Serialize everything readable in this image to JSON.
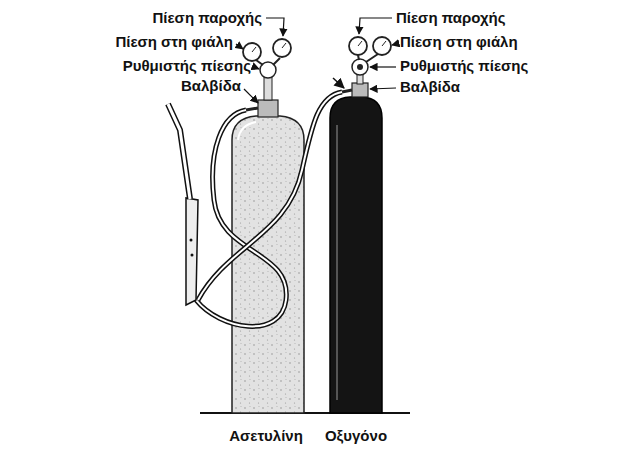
{
  "diagram": {
    "labels": [
      "Πίεση παροχής",
      "Πίεση στη φιάλη",
      "Ρυθμιστής πίεσης",
      "Βαλβίδα",
      "Πίεση παροχής",
      "Πίεση στη φιάλη",
      "Ρυθμιστής πίεσης",
      "Βαλβίδα",
      "Ασετυλίνη",
      "Οξυγόνο"
    ]
  }
}
